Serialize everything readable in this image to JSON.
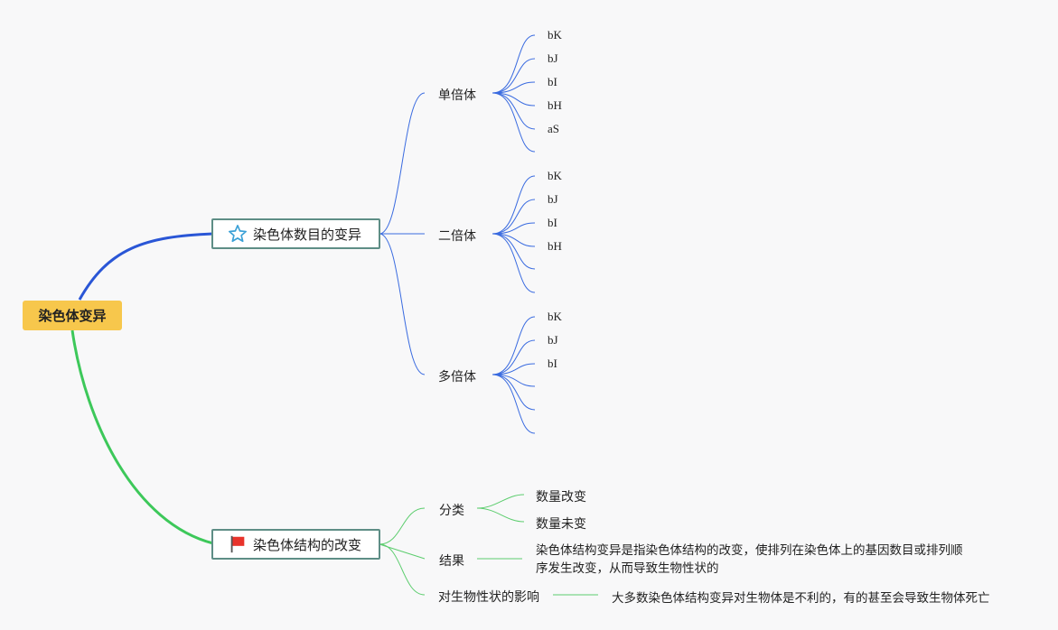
{
  "root": "染色体变异",
  "topic_number": "染色体数目的变异",
  "topic_structure": "染色体结构的改变",
  "icons": {
    "number": "star-icon",
    "structure": "red-flag-icon"
  },
  "colors": {
    "root_bg": "#f7c74c",
    "blue": "#2a56d6",
    "green": "#3dc85a",
    "thin_blue": "#3a6be0",
    "thin_green": "#5ccd6e"
  },
  "number_branches": [
    {
      "label": "单倍体",
      "leaves": [
        "bK",
        "bJ",
        "bI",
        "bH",
        "aS",
        ""
      ]
    },
    {
      "label": "二倍体",
      "leaves": [
        "bK",
        "bJ",
        "bI",
        "bH",
        "",
        ""
      ]
    },
    {
      "label": "多倍体",
      "leaves": [
        "bK",
        "bJ",
        "bI",
        "",
        "",
        ""
      ]
    }
  ],
  "structure_branches": {
    "classification": {
      "label": "分类",
      "items": [
        "数量改变",
        "数量未变"
      ]
    },
    "result": {
      "label": "结果",
      "text_line1": "染色体结构变异是指染色体结构的改变，使排列在染色体上的基因数目或排列顺",
      "text_line2": "序发生改变，从而导致生物性状的"
    },
    "effect": {
      "label": "对生物性状的影响",
      "text": "大多数染色体结构变异对生物体是不利的，有的甚至会导致生物体死亡"
    }
  }
}
